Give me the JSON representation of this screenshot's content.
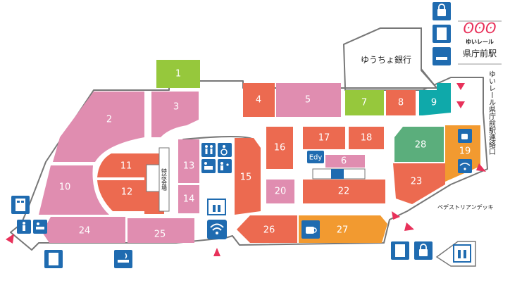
{
  "colors": {
    "pink": "#E08DB0",
    "coral": "#EC6A50",
    "orange": "#F29A30",
    "lime": "#96C83C",
    "teal": "#0FA9AA",
    "green": "#5BAE7C",
    "blue": "#1F6BB0",
    "arrow": "#E8315A",
    "outline": "#777777"
  },
  "logo": {
    "brand_text": "ゆいレール",
    "station": "県庁前駅"
  },
  "labels": {
    "bank": "ゆうちょ銀行",
    "special_venue": "特設会場",
    "connection": "ゆいレール県庁前駅連絡口",
    "deck": "ペデストリアンデッキ",
    "edy": "Edy"
  },
  "stores": [
    {
      "id": "1",
      "color": "lime"
    },
    {
      "id": "2",
      "color": "pink"
    },
    {
      "id": "3",
      "color": "pink"
    },
    {
      "id": "4",
      "color": "coral"
    },
    {
      "id": "5",
      "color": "pink"
    },
    {
      "id": "6",
      "color": "pink"
    },
    {
      "id": "7",
      "color": "lime"
    },
    {
      "id": "8",
      "color": "coral"
    },
    {
      "id": "9",
      "color": "teal"
    },
    {
      "id": "10",
      "color": "pink"
    },
    {
      "id": "11",
      "color": "coral"
    },
    {
      "id": "12",
      "color": "coral"
    },
    {
      "id": "13",
      "color": "pink"
    },
    {
      "id": "14",
      "color": "pink"
    },
    {
      "id": "15",
      "color": "coral"
    },
    {
      "id": "16",
      "color": "coral"
    },
    {
      "id": "17",
      "color": "coral"
    },
    {
      "id": "18",
      "color": "coral"
    },
    {
      "id": "19",
      "color": "orange"
    },
    {
      "id": "20",
      "color": "pink"
    },
    {
      "id": "22",
      "color": "coral"
    },
    {
      "id": "23",
      "color": "coral"
    },
    {
      "id": "24",
      "color": "pink"
    },
    {
      "id": "25",
      "color": "pink"
    },
    {
      "id": "26",
      "color": "coral"
    },
    {
      "id": "27",
      "color": "orange"
    },
    {
      "id": "28",
      "color": "green"
    }
  ],
  "icons": [
    "locker-icon",
    "vending-machine-icon",
    "smoking-icon",
    "restroom-icon",
    "wheelchair-icon",
    "baby-changing-icon",
    "family-restroom-icon",
    "elevator-icon",
    "wifi-icon",
    "escalator-icon",
    "cafe-icon",
    "entrance-arrow-icon"
  ]
}
